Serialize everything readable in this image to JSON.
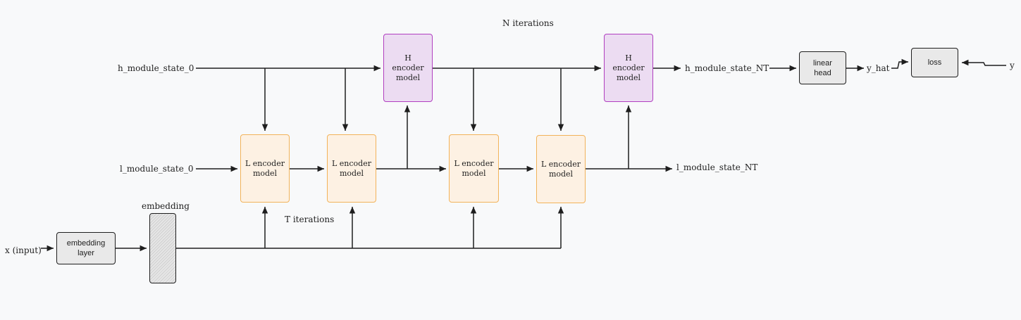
{
  "labels": {
    "n_iterations": "N iterations",
    "t_iterations": "T iterations",
    "embedding": "embedding",
    "h_state_0": "h_module_state_0",
    "l_state_0": "l_module_state_0",
    "h_state_nt": "h_module_state_NT",
    "l_state_nt": "l_module_state_NT",
    "x_input": "x (input)",
    "y_hat": "y_hat",
    "y": "y"
  },
  "boxes": {
    "embedding_layer": "embedding\nlayer",
    "l_encoder_1": "L encoder\nmodel",
    "l_encoder_2": "L encoder\nmodel",
    "l_encoder_3": "L encoder\nmodel",
    "l_encoder_4": "L encoder\nmodel",
    "h_encoder_1": "H\nencoder\nmodel",
    "h_encoder_2": "H\nencoder\nmodel",
    "linear_head": "linear\nhead",
    "loss": "loss"
  },
  "colors": {
    "l_encoder_fill": "#fdf1e3",
    "l_encoder_stroke": "#f2b35a",
    "h_encoder_fill": "#ecdcf2",
    "h_encoder_stroke": "#b13fc0",
    "neutral_fill": "#e9e9e9",
    "line": "#1e1e1e",
    "background": "#f8f9fa"
  }
}
